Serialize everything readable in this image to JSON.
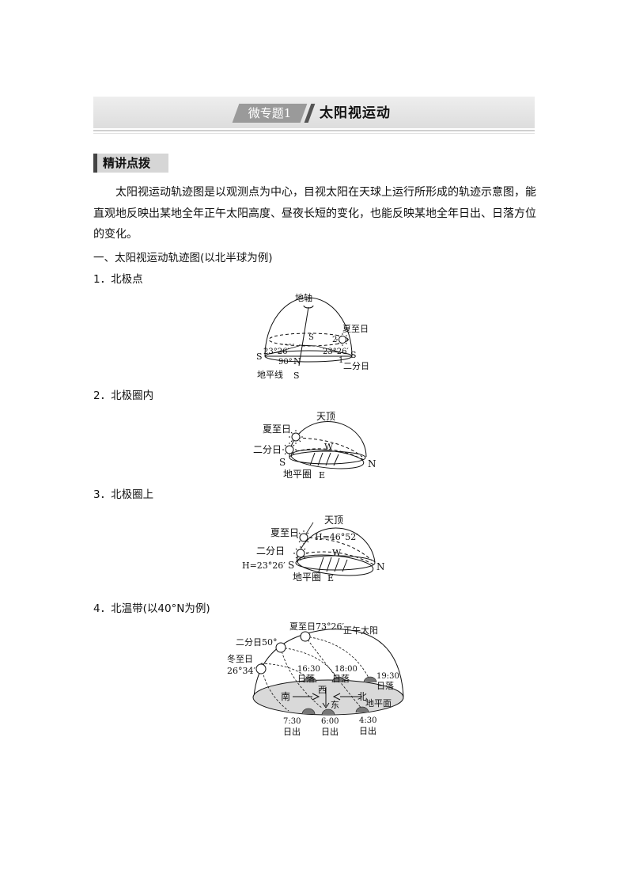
{
  "banner": {
    "tag": "微专题1",
    "title": "太阳视运动"
  },
  "section_tag": "精讲点拨",
  "intro": "太阳视运动轨迹图是以观测点为中心，目视太阳在天球上运行所形成的轨迹示意图，能直观地反映出某地全年正午太阳高度、昼夜长短的变化，也能反映某地全年日出、日落方位的变化。",
  "section1_heading": "一、太阳视运动轨迹图(以北半球为例)",
  "items": [
    {
      "heading": "1．北极点"
    },
    {
      "heading": "2．北极圈内"
    },
    {
      "heading": "3．北极圈上"
    },
    {
      "heading": "4．北温带(以40°N为例)"
    }
  ],
  "fig1": {
    "axis": "地轴",
    "summer": "夏至日",
    "equinox": "二分日",
    "horizon": "地平线",
    "s_left": "S",
    "s_right": "S",
    "s_bottom": "S",
    "s_top": "S",
    "n": "N",
    "n_angle": "90°",
    "angle_left": "23°26′",
    "angle_right": "23°26′",
    "num1": "1",
    "num2": "2"
  },
  "fig2": {
    "zenith": "天顶",
    "summer": "夏至日",
    "equinox": "二分日",
    "horizon": "地平圈",
    "s": "S",
    "n": "N",
    "w": "W",
    "e": "E"
  },
  "fig3": {
    "zenith": "天顶",
    "summer": "夏至日",
    "equinox": "二分日",
    "horizon": "地平圈",
    "h_summer": "H=46°52′",
    "h_equinox": "H=23°26′",
    "s": "S",
    "n": "N",
    "w": "W",
    "e": "E"
  },
  "fig4": {
    "summer": "夏至日73°26′",
    "equinox": "二分日50°",
    "winter_1": "冬至日",
    "winter_2": "26°34′",
    "noon_sun": "正午太阳",
    "south": "南",
    "west": "西",
    "east": "东",
    "north": "北",
    "horizon": "地平面",
    "set1_t": "16:30",
    "set1_l": "日落",
    "set2_t": "18:00",
    "set2_l": "日落",
    "set3_t": "19:30",
    "set3_l": "日落",
    "rise1_t": "7:30",
    "rise1_l": "日出",
    "rise2_t": "6:00",
    "rise2_l": "日出",
    "rise3_t": "4:30",
    "rise3_l": "日出"
  }
}
